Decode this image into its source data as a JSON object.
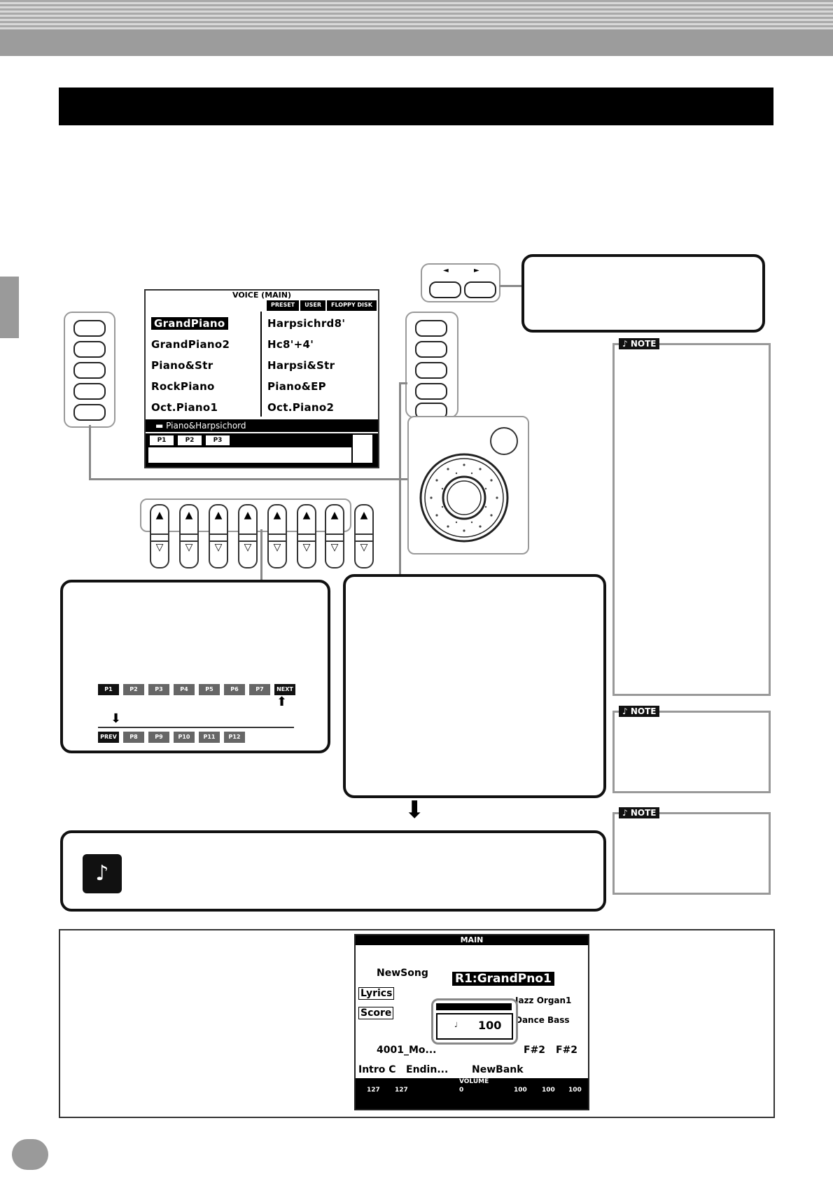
{
  "header": {
    "title": ""
  },
  "voice_lcd": {
    "title": "VOICE (MAIN)",
    "tabs": [
      "PRESET",
      "USER",
      "FLOPPY DISK"
    ],
    "voices_left": [
      "GrandPiano",
      "GrandPiano2",
      "Piano&Str",
      "RockPiano",
      "Oct.Piano1"
    ],
    "voices_right": [
      "Harpsichrd8'",
      "Hc8'+4'",
      "Harpsi&Str",
      "Piano&EP",
      "Oct.Piano2"
    ],
    "folder": "Piano&Harpsichord",
    "pages": [
      "P1",
      "P2",
      "P3"
    ]
  },
  "page_strip": {
    "row1": [
      "P1",
      "P2",
      "P3",
      "P4",
      "P5",
      "P6",
      "P7",
      "NEXT"
    ],
    "row2": [
      "PREV",
      "P8",
      "P9",
      "P10",
      "P11",
      "P12"
    ]
  },
  "notes": {
    "tag": "NOTE"
  },
  "main_lcd": {
    "title": "MAIN",
    "song": "NewSong",
    "voice": "R1:GrandPno1",
    "lyrics": "Lyrics",
    "score": "Score",
    "tempo": "100",
    "style": "4001_Mo...",
    "intro": "Intro C",
    "ending": "Endin...",
    "bank": "NewBank",
    "right2": "Jazz Organ1",
    "left": "Dance Bass",
    "key_left": "F#2",
    "key_right": "F#2",
    "mixer_title": "VOLUME",
    "mixer_values": [
      "127",
      "127",
      "0",
      "100",
      "100",
      "100"
    ]
  }
}
